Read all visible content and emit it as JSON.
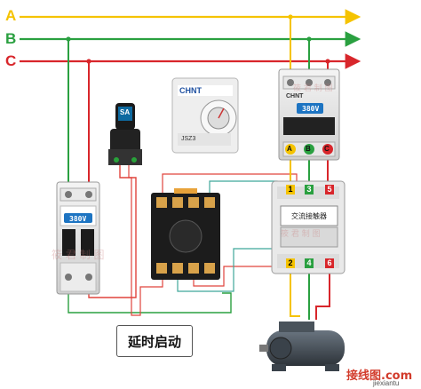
{
  "phases": {
    "a": {
      "label": "A",
      "color": "#f5c300"
    },
    "b": {
      "label": "B",
      "color": "#2aa040"
    },
    "c": {
      "label": "C",
      "color": "#d8262b"
    }
  },
  "breaker_small": {
    "rating": "380V"
  },
  "breaker_main": {
    "rating": "380V",
    "brand": "CHNT"
  },
  "breaker_main_terminals": [
    "A",
    "B",
    "C"
  ],
  "switch": {
    "label": "SA"
  },
  "timer": {
    "brand": "CHNT",
    "model": "JSZ3"
  },
  "contactor": {
    "title": "交流接触器",
    "top_terminals": [
      "1",
      "3",
      "5"
    ],
    "bottom_terminals": [
      "2",
      "4",
      "6"
    ]
  },
  "caption": "延时启动",
  "watermarks": {
    "breaker": "筱 君 制 图",
    "contactor": "筱 君 制 图",
    "main": "筱 君 制 图"
  },
  "site": {
    "name": "接线图.com",
    "url": "jiexiantu"
  },
  "colors": {
    "wire_red": "#e0433c",
    "wire_green": "#2aa040",
    "wire_yellow": "#f5c300",
    "wire_teal": "#3fa69a"
  }
}
